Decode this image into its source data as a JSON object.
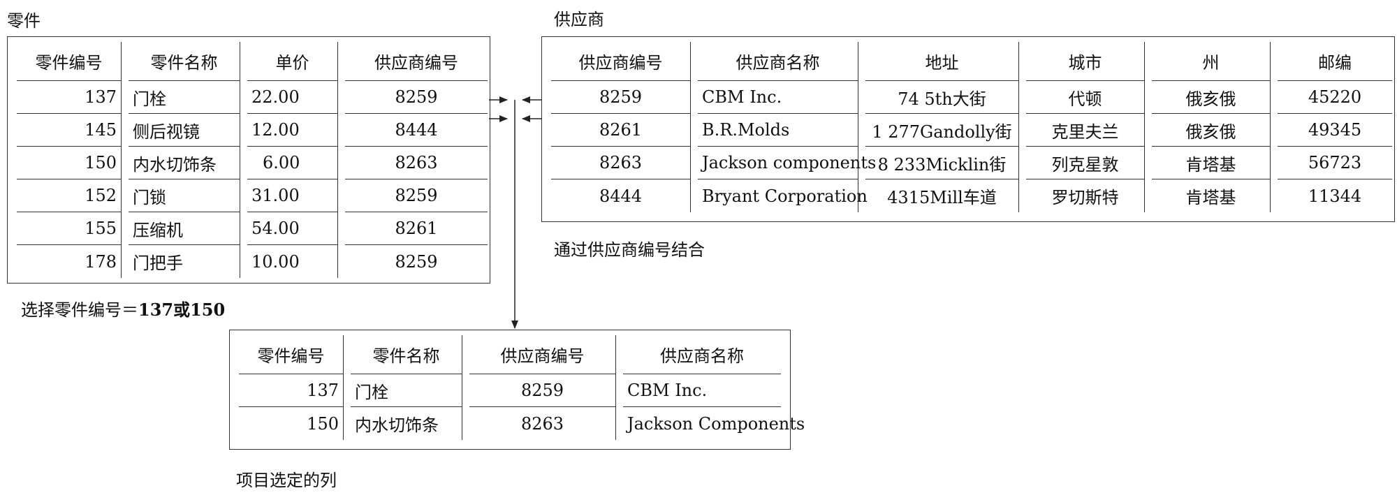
{
  "parts": {
    "title": "零件",
    "columns": [
      "零件编号",
      "零件名称",
      "单价",
      "供应商编号"
    ],
    "rows": [
      [
        "137",
        "门栓",
        "22.00",
        "8259"
      ],
      [
        "145",
        "侧后视镜",
        "12.00",
        "8444"
      ],
      [
        "150",
        "内水切饰条",
        "6.00",
        "8263"
      ],
      [
        "152",
        "门锁",
        "31.00",
        "8259"
      ],
      [
        "155",
        "压缩机",
        "54.00",
        "8261"
      ],
      [
        "178",
        "门把手",
        "10.00",
        "8259"
      ]
    ],
    "select_prefix": "选择零件编号＝",
    "select_values": "137或150"
  },
  "suppliers": {
    "title": "供应商",
    "columns": [
      "供应商编号",
      "供应商名称",
      "地址",
      "城市",
      "州",
      "邮编"
    ],
    "rows": [
      [
        "8259",
        "CBM Inc.",
        "74 5th大街",
        "代顿",
        "俄亥俄",
        "45220"
      ],
      [
        "8261",
        "B.R.Molds",
        "1 277Gandolly街",
        "克里夫兰",
        "俄亥俄",
        "49345"
      ],
      [
        "8263",
        "Jackson components",
        "8 233Micklin街",
        "列克星敦",
        "肯塔基",
        "56723"
      ],
      [
        "8444",
        "Bryant Corporation",
        "4315Mill车道",
        "罗切斯特",
        "肯塔基",
        "11344"
      ]
    ],
    "join_label": "通过供应商编号结合"
  },
  "result": {
    "columns": [
      "零件编号",
      "零件名称",
      "供应商编号",
      "供应商名称"
    ],
    "rows": [
      [
        "137",
        "门栓",
        "8259",
        "CBM Inc."
      ],
      [
        "150",
        "内水切饰条",
        "8263",
        "Jackson Components"
      ]
    ],
    "caption": "项目选定的列"
  }
}
